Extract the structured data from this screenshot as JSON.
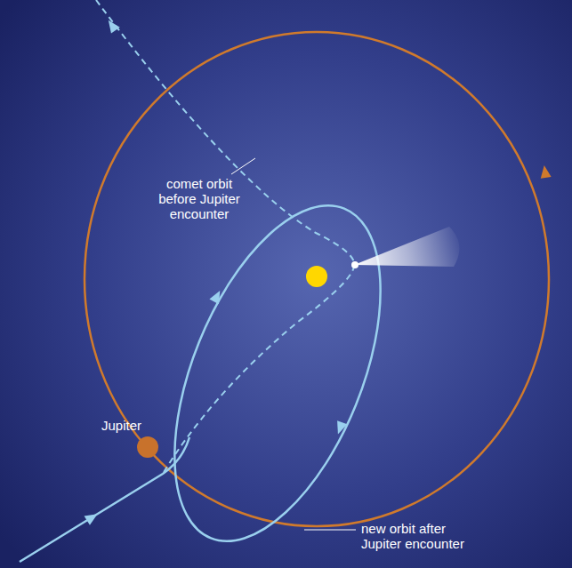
{
  "diagram": {
    "labels": [
      "comet orbit before Jupiter encounter",
      "Jupiter",
      "new orbit after Jupiter encounter"
    ]
  }
}
